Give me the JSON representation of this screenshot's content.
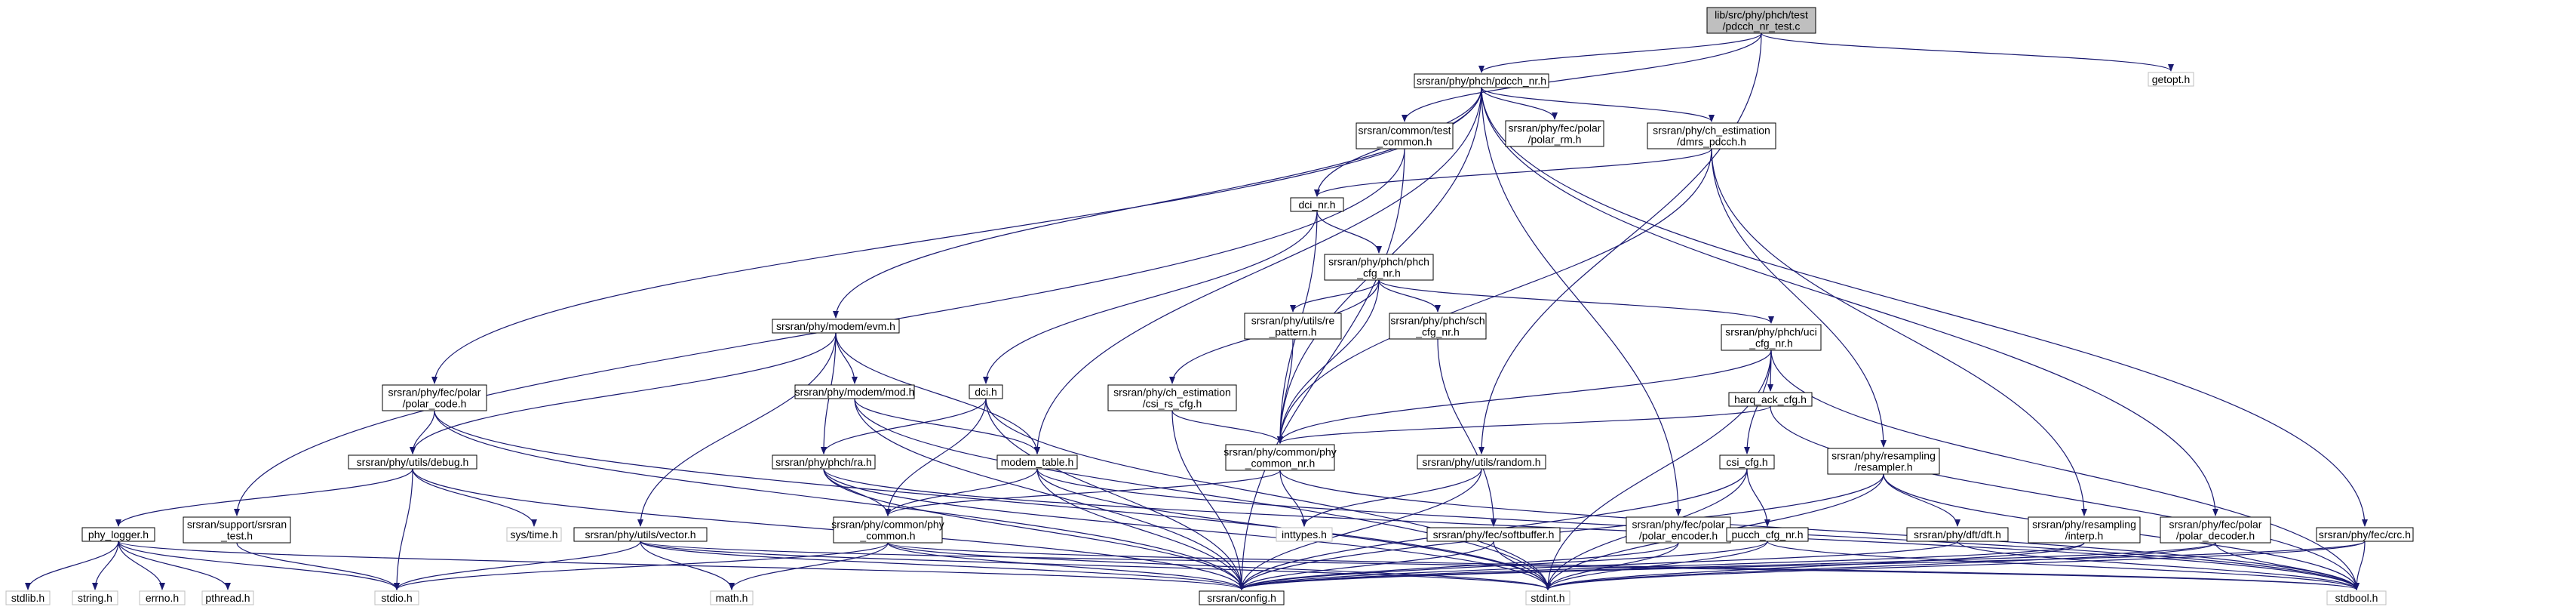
{
  "colors": {
    "edge": "#191970",
    "root_fill": "#bfbfbf",
    "node_border": "#000000",
    "system_border": "#bfbfbf",
    "background": "#ffffff"
  },
  "nodes": [
    {
      "id": "root",
      "lines": [
        "lib/src/phy/phch/test",
        "/pdcch_nr_test.c"
      ],
      "kind": "root"
    },
    {
      "id": "pdcch_nr",
      "lines": [
        "srsran/phy/phch/pdcch_nr.h"
      ],
      "kind": "file"
    },
    {
      "id": "getopt",
      "lines": [
        "getopt.h"
      ],
      "kind": "system"
    },
    {
      "id": "test_common",
      "lines": [
        "srsran/common/test",
        "_common.h"
      ],
      "kind": "file"
    },
    {
      "id": "polar_rm",
      "lines": [
        "srsran/phy/fec/polar",
        "/polar_rm.h"
      ],
      "kind": "file"
    },
    {
      "id": "dmrs_pdcch",
      "lines": [
        "srsran/phy/ch_estimation",
        "/dmrs_pdcch.h"
      ],
      "kind": "file"
    },
    {
      "id": "dci_nr",
      "lines": [
        "dci_nr.h"
      ],
      "kind": "file"
    },
    {
      "id": "phch_cfg_nr",
      "lines": [
        "srsran/phy/phch/phch",
        "_cfg_nr.h"
      ],
      "kind": "file"
    },
    {
      "id": "evm",
      "lines": [
        "srsran/phy/modem/evm.h"
      ],
      "kind": "file"
    },
    {
      "id": "re_pattern",
      "lines": [
        "srsran/phy/utils/re",
        "_pattern.h"
      ],
      "kind": "file"
    },
    {
      "id": "sch_cfg_nr",
      "lines": [
        "srsran/phy/phch/sch",
        "_cfg_nr.h"
      ],
      "kind": "file"
    },
    {
      "id": "uci_cfg_nr",
      "lines": [
        "srsran/phy/phch/uci",
        "_cfg_nr.h"
      ],
      "kind": "file"
    },
    {
      "id": "polar_code",
      "lines": [
        "srsran/phy/fec/polar",
        "/polar_code.h"
      ],
      "kind": "file"
    },
    {
      "id": "mod",
      "lines": [
        "srsran/phy/modem/mod.h"
      ],
      "kind": "file"
    },
    {
      "id": "dci",
      "lines": [
        "dci.h"
      ],
      "kind": "file"
    },
    {
      "id": "csi_rs_cfg",
      "lines": [
        "srsran/phy/ch_estimation",
        "/csi_rs_cfg.h"
      ],
      "kind": "file"
    },
    {
      "id": "harq_ack_cfg",
      "lines": [
        "harq_ack_cfg.h"
      ],
      "kind": "file"
    },
    {
      "id": "phy_common_nr",
      "lines": [
        "srsran/phy/common/phy",
        "_common_nr.h"
      ],
      "kind": "file"
    },
    {
      "id": "debug",
      "lines": [
        "srsran/phy/utils/debug.h"
      ],
      "kind": "file"
    },
    {
      "id": "ra",
      "lines": [
        "srsran/phy/phch/ra.h"
      ],
      "kind": "file"
    },
    {
      "id": "modem_table",
      "lines": [
        "modem_table.h"
      ],
      "kind": "file"
    },
    {
      "id": "random",
      "lines": [
        "srsran/phy/utils/random.h"
      ],
      "kind": "file"
    },
    {
      "id": "csi_cfg",
      "lines": [
        "csi_cfg.h"
      ],
      "kind": "file"
    },
    {
      "id": "resampler",
      "lines": [
        "srsran/phy/resampling",
        "/resampler.h"
      ],
      "kind": "file"
    },
    {
      "id": "phy_logger",
      "lines": [
        "phy_logger.h"
      ],
      "kind": "file"
    },
    {
      "id": "srsran_test",
      "lines": [
        "srsran/support/srsran",
        "_test.h"
      ],
      "kind": "file"
    },
    {
      "id": "time",
      "lines": [
        "sys/time.h"
      ],
      "kind": "system"
    },
    {
      "id": "vector",
      "lines": [
        "srsran/phy/utils/vector.h"
      ],
      "kind": "file"
    },
    {
      "id": "phy_common",
      "lines": [
        "srsran/phy/common/phy",
        "_common.h"
      ],
      "kind": "file"
    },
    {
      "id": "inttypes",
      "lines": [
        "inttypes.h"
      ],
      "kind": "system"
    },
    {
      "id": "softbuffer",
      "lines": [
        "srsran/phy/fec/softbuffer.h"
      ],
      "kind": "file"
    },
    {
      "id": "polar_encoder",
      "lines": [
        "srsran/phy/fec/polar",
        "/polar_encoder.h"
      ],
      "kind": "file"
    },
    {
      "id": "pucch_cfg_nr",
      "lines": [
        "pucch_cfg_nr.h"
      ],
      "kind": "file"
    },
    {
      "id": "dft",
      "lines": [
        "srsran/phy/dft/dft.h"
      ],
      "kind": "file"
    },
    {
      "id": "interp",
      "lines": [
        "srsran/phy/resampling",
        "/interp.h"
      ],
      "kind": "file"
    },
    {
      "id": "polar_decoder",
      "lines": [
        "srsran/phy/fec/polar",
        "/polar_decoder.h"
      ],
      "kind": "file"
    },
    {
      "id": "crc",
      "lines": [
        "srsran/phy/fec/crc.h"
      ],
      "kind": "file"
    },
    {
      "id": "stdlib",
      "lines": [
        "stdlib.h"
      ],
      "kind": "system"
    },
    {
      "id": "string",
      "lines": [
        "string.h"
      ],
      "kind": "system"
    },
    {
      "id": "errno",
      "lines": [
        "errno.h"
      ],
      "kind": "system"
    },
    {
      "id": "pthread",
      "lines": [
        "pthread.h"
      ],
      "kind": "system"
    },
    {
      "id": "stdio",
      "lines": [
        "stdio.h"
      ],
      "kind": "system"
    },
    {
      "id": "math",
      "lines": [
        "math.h"
      ],
      "kind": "system"
    },
    {
      "id": "config",
      "lines": [
        "srsran/config.h"
      ],
      "kind": "file"
    },
    {
      "id": "stdint",
      "lines": [
        "stdint.h"
      ],
      "kind": "system"
    },
    {
      "id": "stdbool",
      "lines": [
        "stdbool.h"
      ],
      "kind": "system"
    }
  ],
  "edges": [
    [
      "root",
      "pdcch_nr"
    ],
    [
      "root",
      "getopt"
    ],
    [
      "root",
      "test_common"
    ],
    [
      "root",
      "random"
    ],
    [
      "pdcch_nr",
      "polar_rm"
    ],
    [
      "pdcch_nr",
      "dmrs_pdcch"
    ],
    [
      "pdcch_nr",
      "dci_nr"
    ],
    [
      "pdcch_nr",
      "evm"
    ],
    [
      "pdcch_nr",
      "polar_code"
    ],
    [
      "pdcch_nr",
      "modem_table"
    ],
    [
      "pdcch_nr",
      "phy_common_nr"
    ],
    [
      "pdcch_nr",
      "polar_encoder"
    ],
    [
      "pdcch_nr",
      "polar_decoder"
    ],
    [
      "pdcch_nr",
      "crc"
    ],
    [
      "dmrs_pdcch",
      "dci_nr"
    ],
    [
      "dmrs_pdcch",
      "phy_common_nr"
    ],
    [
      "dmrs_pdcch",
      "resampler"
    ],
    [
      "dmrs_pdcch",
      "interp"
    ],
    [
      "dci_nr",
      "phch_cfg_nr"
    ],
    [
      "dci_nr",
      "dci"
    ],
    [
      "dci_nr",
      "phy_common_nr"
    ],
    [
      "phch_cfg_nr",
      "re_pattern"
    ],
    [
      "phch_cfg_nr",
      "sch_cfg_nr"
    ],
    [
      "phch_cfg_nr",
      "uci_cfg_nr"
    ],
    [
      "phch_cfg_nr",
      "csi_rs_cfg"
    ],
    [
      "phch_cfg_nr",
      "phy_common_nr"
    ],
    [
      "re_pattern",
      "phy_common_nr"
    ],
    [
      "csi_rs_cfg",
      "phy_common_nr"
    ],
    [
      "csi_rs_cfg",
      "config"
    ],
    [
      "sch_cfg_nr",
      "softbuffer"
    ],
    [
      "uci_cfg_nr",
      "harq_ack_cfg"
    ],
    [
      "uci_cfg_nr",
      "csi_cfg"
    ],
    [
      "uci_cfg_nr",
      "phy_common_nr"
    ],
    [
      "uci_cfg_nr",
      "stdint"
    ],
    [
      "uci_cfg_nr",
      "stdbool"
    ],
    [
      "harq_ack_cfg",
      "phy_common_nr"
    ],
    [
      "harq_ack_cfg",
      "stdbool"
    ],
    [
      "csi_cfg",
      "pucch_cfg_nr"
    ],
    [
      "csi_cfg",
      "stdint"
    ],
    [
      "csi_cfg",
      "config"
    ],
    [
      "pucch_cfg_nr",
      "config"
    ],
    [
      "pucch_cfg_nr",
      "stdint"
    ],
    [
      "pucch_cfg_nr",
      "stdbool"
    ],
    [
      "evm",
      "mod"
    ],
    [
      "evm",
      "modem_table"
    ],
    [
      "evm",
      "ra"
    ],
    [
      "evm",
      "debug"
    ],
    [
      "evm",
      "vector"
    ],
    [
      "mod",
      "modem_table"
    ],
    [
      "mod",
      "config"
    ],
    [
      "mod",
      "stdint"
    ],
    [
      "modem_table",
      "phy_common"
    ],
    [
      "modem_table",
      "config"
    ],
    [
      "modem_table",
      "stdint"
    ],
    [
      "modem_table",
      "stdbool"
    ],
    [
      "dci",
      "ra"
    ],
    [
      "dci",
      "phy_common"
    ],
    [
      "dci",
      "stdint"
    ],
    [
      "dci",
      "config"
    ],
    [
      "ra",
      "phy_common"
    ],
    [
      "ra",
      "config"
    ],
    [
      "ra",
      "stdint"
    ],
    [
      "ra",
      "stdbool"
    ],
    [
      "polar_code",
      "debug"
    ],
    [
      "polar_code",
      "config"
    ],
    [
      "polar_code",
      "stdint"
    ],
    [
      "debug",
      "phy_logger"
    ],
    [
      "debug",
      "time"
    ],
    [
      "debug",
      "stdio"
    ],
    [
      "debug",
      "config"
    ],
    [
      "phy_common_nr",
      "phy_common"
    ],
    [
      "phy_common_nr",
      "inttypes"
    ],
    [
      "phy_common_nr",
      "stdbool"
    ],
    [
      "phy_common",
      "math"
    ],
    [
      "phy_common",
      "stdio"
    ],
    [
      "phy_common",
      "config"
    ],
    [
      "phy_common",
      "stdint"
    ],
    [
      "phy_common",
      "stdbool"
    ],
    [
      "test_common",
      "srsran_test"
    ],
    [
      "test_common",
      "config"
    ],
    [
      "srsran_test",
      "stdio"
    ],
    [
      "phy_logger",
      "stdlib"
    ],
    [
      "phy_logger",
      "string"
    ],
    [
      "phy_logger",
      "errno"
    ],
    [
      "phy_logger",
      "pthread"
    ],
    [
      "phy_logger",
      "stdio"
    ],
    [
      "phy_logger",
      "config"
    ],
    [
      "vector",
      "stdio"
    ],
    [
      "vector",
      "math"
    ],
    [
      "vector",
      "config"
    ],
    [
      "vector",
      "stdint"
    ],
    [
      "vector",
      "stdbool"
    ],
    [
      "random",
      "config"
    ],
    [
      "random",
      "inttypes"
    ],
    [
      "softbuffer",
      "config"
    ],
    [
      "softbuffer",
      "stdint"
    ],
    [
      "polar_encoder",
      "config"
    ],
    [
      "polar_encoder",
      "stdint"
    ],
    [
      "resampler",
      "dft"
    ],
    [
      "resampler",
      "config"
    ],
    [
      "resampler",
      "stdint"
    ],
    [
      "resampler",
      "stdbool"
    ],
    [
      "dft",
      "config"
    ],
    [
      "dft",
      "stdbool"
    ],
    [
      "interp",
      "config"
    ],
    [
      "interp",
      "stdint"
    ],
    [
      "polar_decoder",
      "config"
    ],
    [
      "polar_decoder",
      "stdint"
    ],
    [
      "polar_decoder",
      "stdbool"
    ],
    [
      "crc",
      "config"
    ],
    [
      "crc",
      "stdint"
    ],
    [
      "crc",
      "stdbool"
    ]
  ]
}
